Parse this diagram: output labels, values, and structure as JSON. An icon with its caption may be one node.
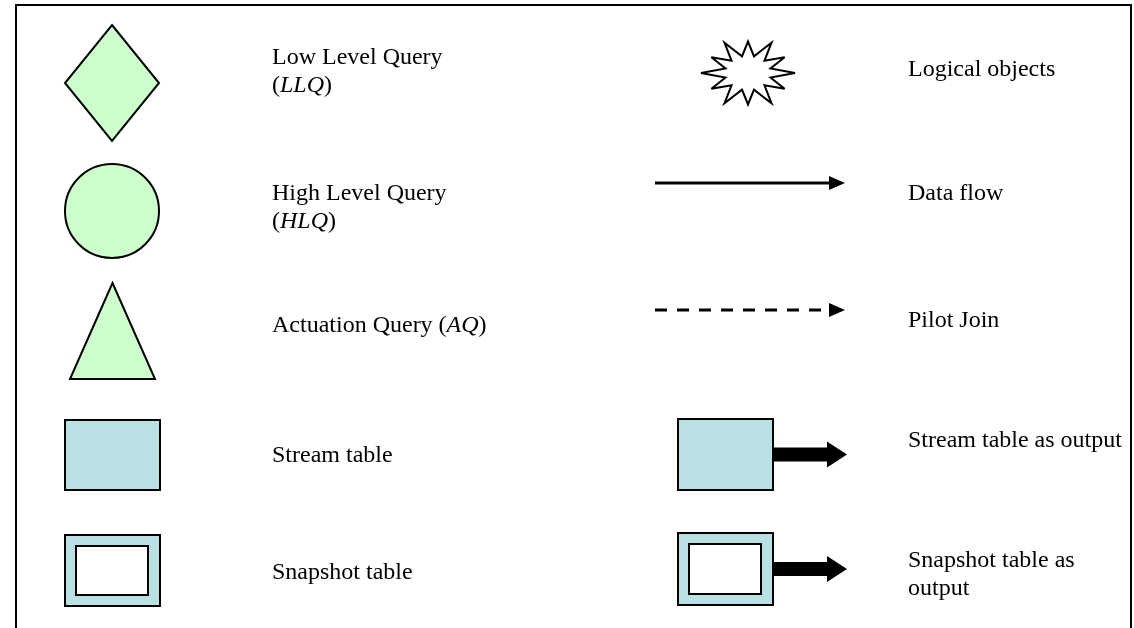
{
  "diagram": {
    "legend": [
      {
        "text": "Low Level Query (*LLQ*)"
      },
      {
        "text": "Logical objects"
      },
      {
        "text": "High Level Query (*HLQ*)"
      },
      {
        "text": "Data flow"
      },
      {
        "text": "Actuation Query (*AQ*)"
      },
      {
        "text": "Pilot Join"
      },
      {
        "text": "Stream table"
      },
      {
        "text": "Stream table as output"
      },
      {
        "text": "Snapshot table"
      },
      {
        "text": "Snapshot table as output"
      }
    ]
  }
}
